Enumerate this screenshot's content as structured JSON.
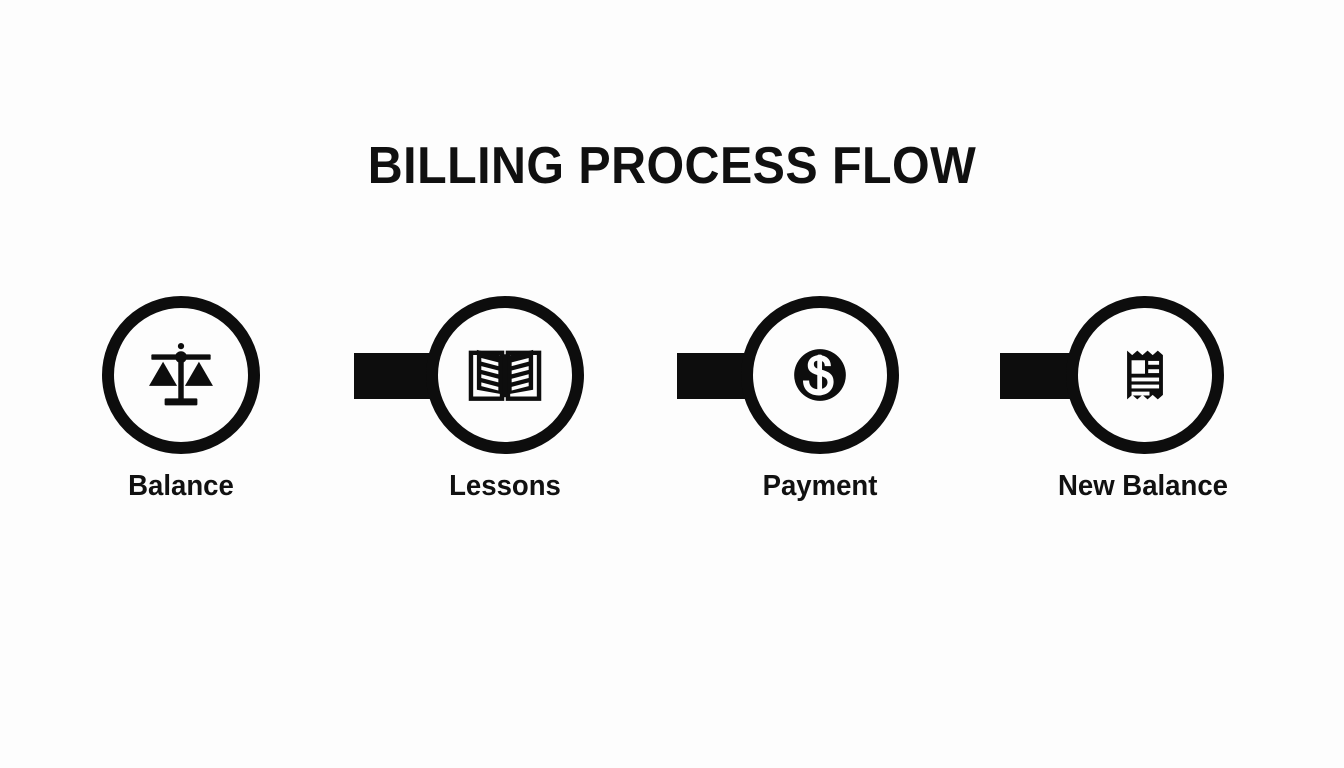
{
  "page": {
    "title": "BILLING PROCESS FLOW",
    "background_color": "#fdfdfd",
    "ink_color": "#0d0d0d"
  },
  "diagram": {
    "type": "linear-process-flow",
    "orientation": "horizontal",
    "step_count": 4,
    "connector": "solid-black-block-arrow",
    "steps": [
      {
        "index": 1,
        "label": "Balance",
        "icon": "balance-scale-icon",
        "icon_description": "scales of justice with two pans"
      },
      {
        "index": 2,
        "label": "Lessons",
        "icon": "open-book-icon",
        "icon_description": "open book with ruled text lines"
      },
      {
        "index": 3,
        "label": "Payment",
        "icon": "dollar-coin-icon",
        "icon_description": "filled coin with white dollar sign"
      },
      {
        "index": 4,
        "label": "New Balance",
        "icon": "receipt-icon",
        "icon_description": "receipt with zigzag edges and line items"
      }
    ],
    "arrows": [
      {
        "index": 1,
        "from": "Balance",
        "to": "Lessons",
        "direction": "right"
      },
      {
        "index": 2,
        "from": "Lessons",
        "to": "Payment",
        "direction": "right"
      },
      {
        "index": 3,
        "from": "Payment",
        "to": "New Balance",
        "direction": "right"
      }
    ]
  }
}
